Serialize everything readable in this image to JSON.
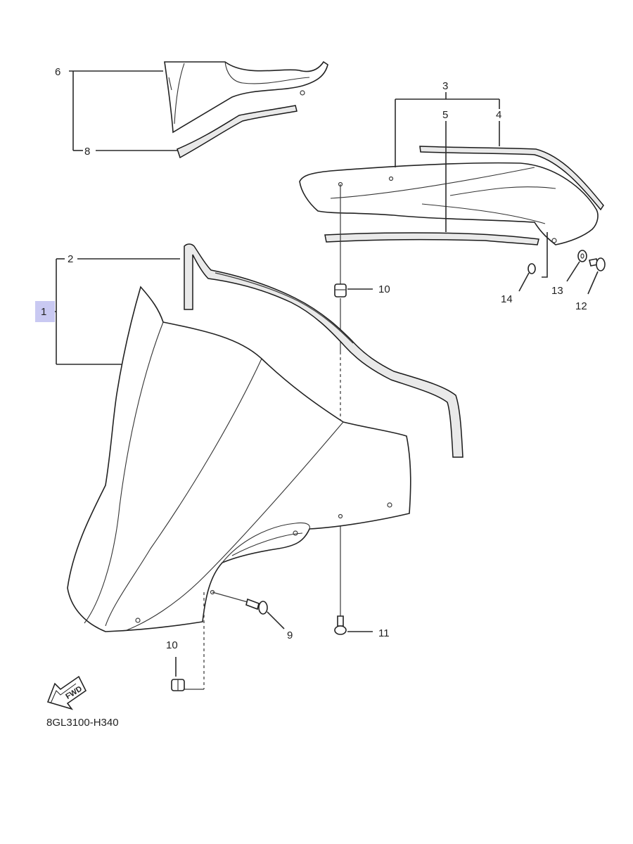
{
  "diagram": {
    "code": "8GL3100-H340",
    "direction_badge": "FWD",
    "parts": [
      {
        "id": "p1",
        "number": "1",
        "highlighted": true
      },
      {
        "id": "p2",
        "number": "2"
      },
      {
        "id": "p3",
        "number": "3"
      },
      {
        "id": "p4",
        "number": "4"
      },
      {
        "id": "p5",
        "number": "5"
      },
      {
        "id": "p6",
        "number": "6"
      },
      {
        "id": "p8",
        "number": "8"
      },
      {
        "id": "p9",
        "number": "9"
      },
      {
        "id": "p10a",
        "number": "10"
      },
      {
        "id": "p10b",
        "number": "10"
      },
      {
        "id": "p11",
        "number": "11"
      },
      {
        "id": "p12",
        "number": "12"
      },
      {
        "id": "p13",
        "number": "13"
      },
      {
        "id": "p14",
        "number": "14"
      }
    ],
    "highlight_color": "#c9c9f2"
  }
}
